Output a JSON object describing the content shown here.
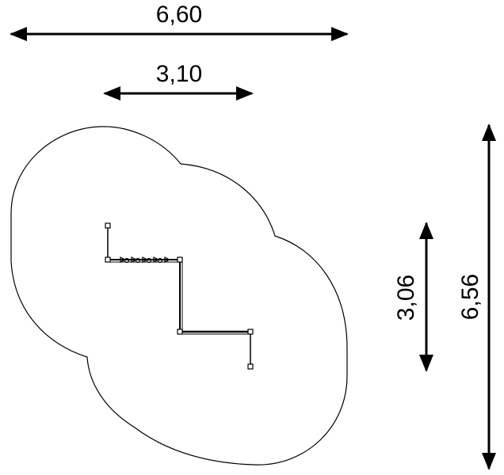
{
  "dimensions": {
    "overall_width": "6,60",
    "inner_width": "3,10",
    "inner_height": "3,06",
    "overall_height": "6,56"
  }
}
